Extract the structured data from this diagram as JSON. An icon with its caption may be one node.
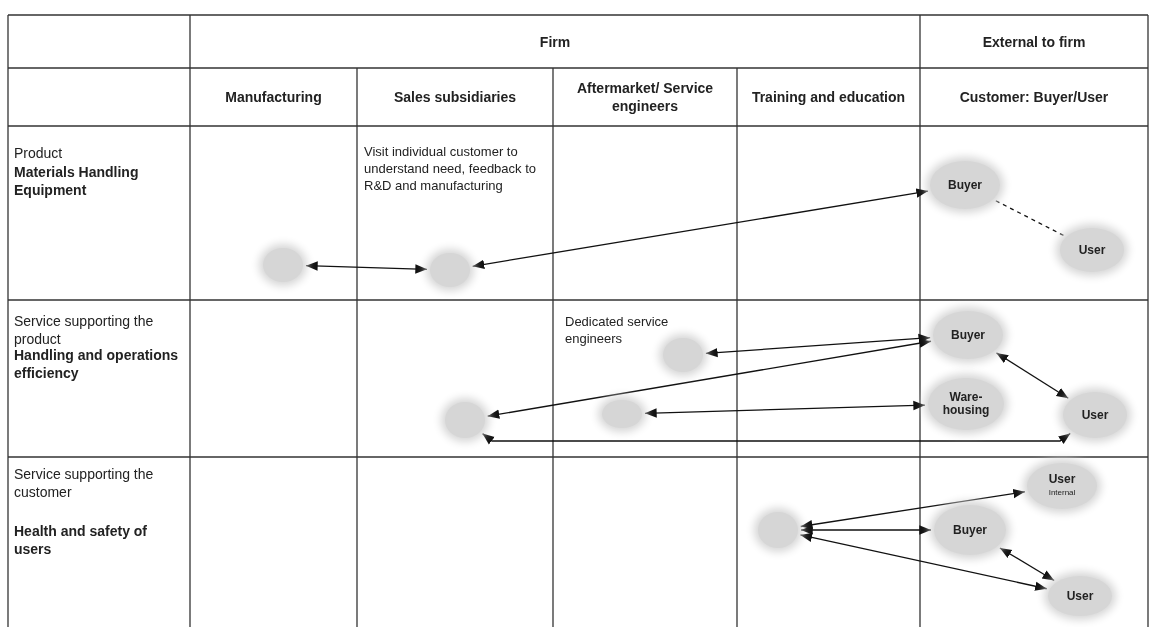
{
  "diagram": {
    "nodes": [
      {
        "text": [],
        "shape": "circle"
      },
      {
        "text": [],
        "shape": "circle"
      },
      {
        "text": [
          "Buyer"
        ]
      },
      {
        "text": [
          "User"
        ]
      },
      {
        "text": [],
        "shape": "circle",
        "beside": [
          "Dedicated service engineers"
        ]
      },
      {
        "text": [
          "Buyer"
        ]
      },
      {
        "text": [],
        "shape": "circle"
      },
      {
        "text": [],
        "shape": "circle"
      },
      {
        "text": [
          "Ware- housing"
        ]
      },
      {
        "text": [
          "User"
        ]
      },
      {
        "text": [
          "User",
          "Internal"
        ]
      },
      {
        "text": [],
        "shape": "circle"
      },
      {
        "text": [
          "Buyer"
        ]
      },
      {
        "text": [
          "User"
        ]
      }
    ],
    "edges": [
      {
        "from": 0,
        "to": 1,
        "arrow": "both"
      },
      {
        "from": 1,
        "to": 2,
        "arrow": "both"
      },
      {
        "from": 2,
        "to": 3,
        "arrow": "none",
        "style": "dashed"
      },
      {
        "from": 4,
        "to": 5,
        "arrow": "both"
      },
      {
        "from": 6,
        "to": 5,
        "arrow": "both"
      },
      {
        "from": 7,
        "to": 8,
        "arrow": "both"
      },
      {
        "from": 6,
        "to": 9,
        "arrow": "both"
      },
      {
        "from": 5,
        "to": 9,
        "arrow": "both"
      },
      {
        "from": 11,
        "to": 10,
        "arrow": "both"
      },
      {
        "from": 11,
        "to": 12,
        "arrow": "both"
      },
      {
        "from": 11,
        "to": 13,
        "arrow": "both"
      },
      {
        "from": 12,
        "to": 13,
        "arrow": "both"
      }
    ],
    "labels": [
      "Firm",
      "External to firm",
      "Manufacturing",
      "Sales subsidiaries",
      "Aftermarket/ Service engineers",
      "Training and education",
      "Customer: Buyer/User",
      "Product",
      "Materials Handling Equipment",
      "Visit individual customer to understand need, feedback to R&D and manufacturing",
      "Service supporting the product",
      "Handling and operations efficiency",
      "Service supporting the customer",
      "Health and safety of users"
    ]
  }
}
